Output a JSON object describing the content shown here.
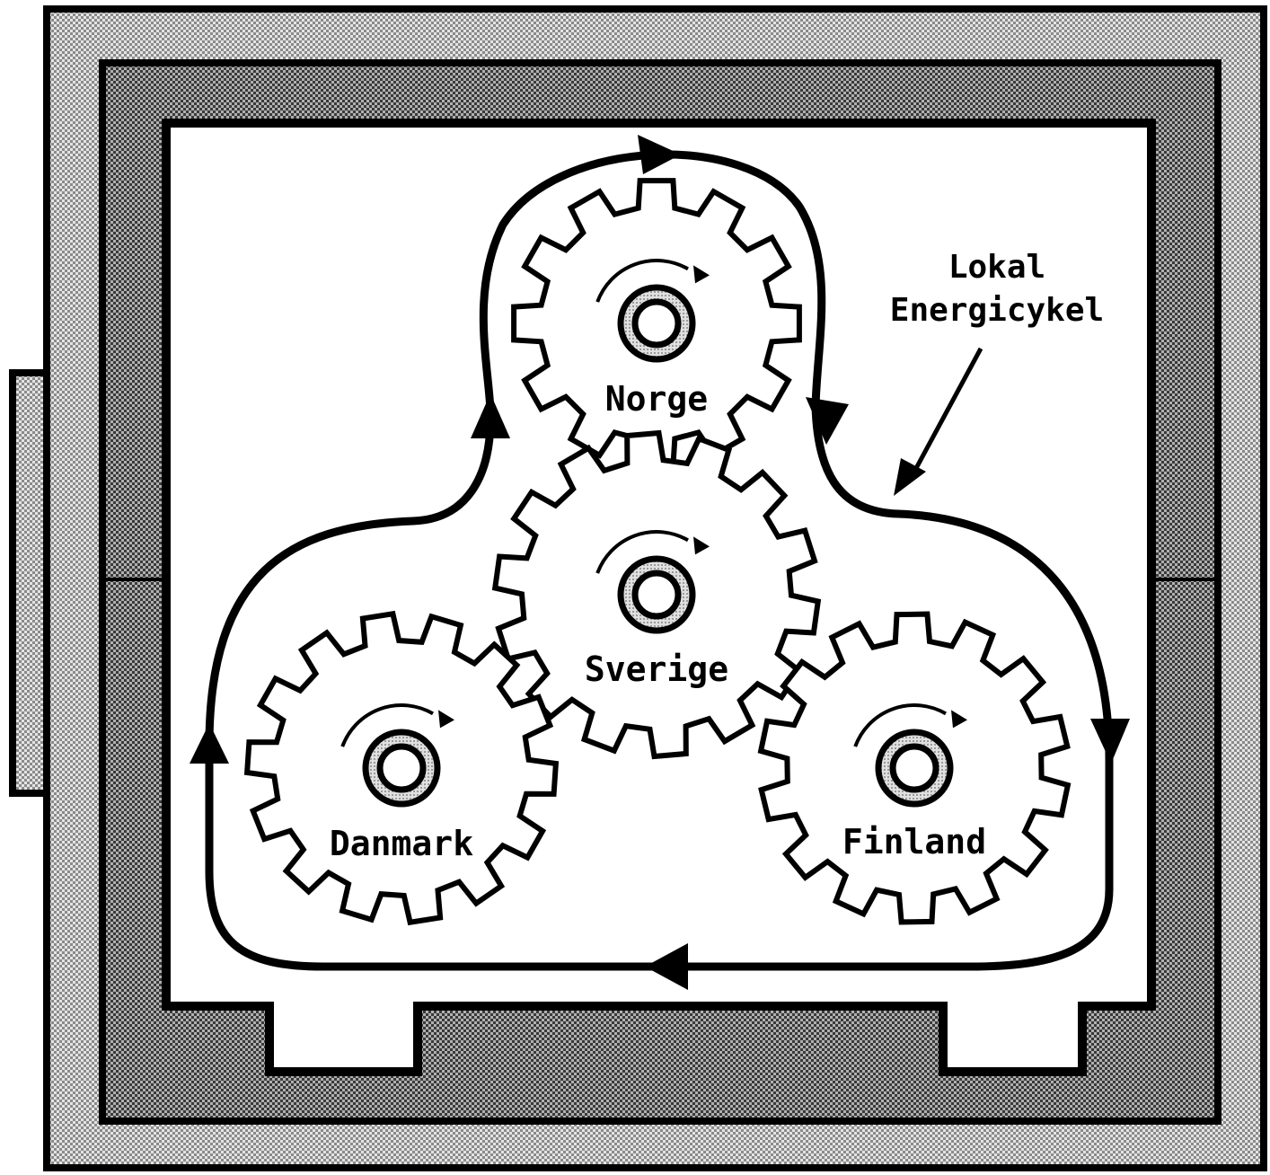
{
  "diagram": {
    "callout": {
      "line1": "Lokal",
      "line2": "Energicykel"
    },
    "gears": [
      {
        "id": "norge",
        "label": "Norge"
      },
      {
        "id": "sverige",
        "label": "Sverige"
      },
      {
        "id": "danmark",
        "label": "Danmark"
      },
      {
        "id": "finland",
        "label": "Finland"
      }
    ],
    "colors": {
      "ink": "#000000",
      "paper": "#ffffff",
      "outer_frame_fill": "#d6d6d6",
      "inner_frame_fill": "#9a9a9a",
      "hub_ring_fill": "#cfcfcf"
    }
  }
}
